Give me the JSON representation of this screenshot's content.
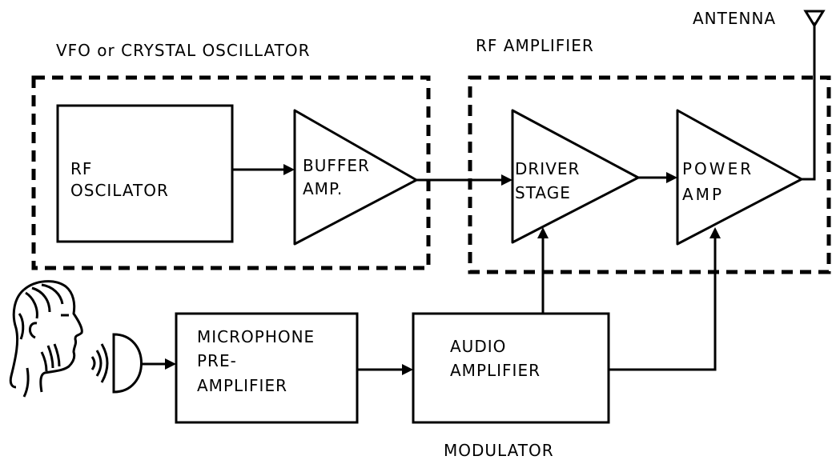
{
  "groups": {
    "oscillator_label": "VFO or CRYSTAL OSCILLATOR",
    "rf_amplifier_label": "RF AMPLIFIER",
    "modulator_label": "MODULATOR"
  },
  "antenna_label": "ANTENNA",
  "blocks": {
    "rf_oscillator": [
      "RF",
      "OSCILATOR"
    ],
    "buffer_amp": [
      "BUFFER",
      "AMP."
    ],
    "driver_stage": [
      "DRIVER",
      "STAGE"
    ],
    "power_amp": [
      "POWER",
      "AMP"
    ],
    "microphone_preamp": [
      "MICROPHONE",
      "PRE-",
      "AMPLIFIER"
    ],
    "audio_amplifier": [
      "AUDIO",
      "AMPLIFIER"
    ]
  },
  "icons": {
    "speaker": "person-speaking-icon",
    "microphone": "microphone-icon",
    "antenna": "antenna-icon"
  }
}
